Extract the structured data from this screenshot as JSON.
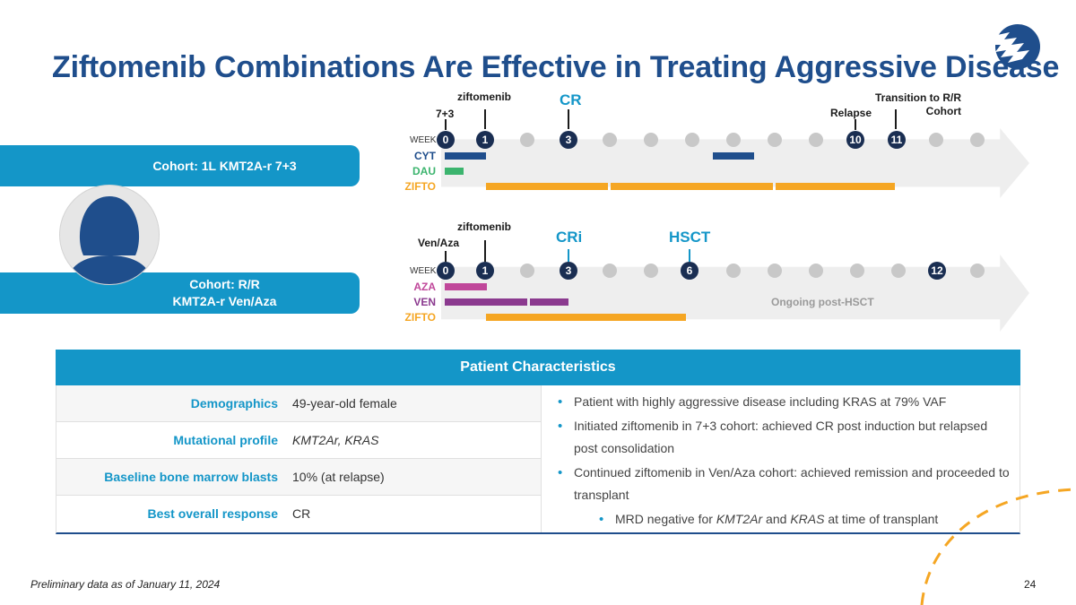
{
  "title": "Ziftomenib Combinations Are Effective in Treating Aggressive Disease",
  "colors": {
    "title": "#1f4e8c",
    "accent": "#1496c8",
    "week_circle": "#1a2e52",
    "cyt": "#1f4e8c",
    "dau": "#3cb46e",
    "zifto": "#f5a623",
    "aza": "#c0479a",
    "ven": "#8b3a8f"
  },
  "timeline1": {
    "top_labels": {
      "seven_three": "7+3",
      "ziftomenib": "ziftomenib",
      "cr": "CR",
      "relapse": "Relapse",
      "transition": "Transition to R/R Cohort"
    },
    "week_label": "WEEK",
    "weeks": [
      "0",
      "1",
      "3",
      "10",
      "11"
    ],
    "rows": {
      "cyt": "CYT",
      "dau": "DAU",
      "zifto": "ZIFTO"
    },
    "cohort": "Cohort: 1L KMT2A-r 7+3"
  },
  "timeline2": {
    "top_labels": {
      "ven_aza": "Ven/Aza",
      "ziftomenib": "ziftomenib",
      "cri": "CRi",
      "hsct": "HSCT"
    },
    "week_label": "WEEK",
    "weeks": [
      "0",
      "1",
      "3",
      "6",
      "12"
    ],
    "rows": {
      "aza": "AZA",
      "ven": "VEN",
      "zifto": "ZIFTO"
    },
    "ongoing": "Ongoing post-HSCT",
    "cohort_line1": "Cohort: R/R",
    "cohort_line2": "KMT2A-r Ven/Aza"
  },
  "table": {
    "header": "Patient Characteristics",
    "rows": [
      {
        "key": "Demographics",
        "value": "49-year-old female"
      },
      {
        "key": "Mutational profile",
        "value": "KMT2Ar, KRAS"
      },
      {
        "key": "Baseline bone marrow blasts",
        "value": "10% (at relapse)"
      },
      {
        "key": "Best overall response",
        "value": "CR"
      }
    ],
    "bullets": [
      "Patient with highly aggressive disease including KRAS at 79% VAF",
      "Initiated ziftomenib in 7+3 cohort: achieved CR post induction but relapsed post consolidation",
      "Continued ziftomenib in Ven/Aza cohort: achieved remission and proceeded to transplant"
    ],
    "sub_bullet": {
      "pre": "MRD negative for ",
      "it1": "KMT2Ar",
      "mid": " and ",
      "it2": "KRAS",
      "post": " at time of transplant"
    }
  },
  "footer": "Preliminary data as of January 11, 2024",
  "page_number": "24",
  "icons": [
    "logo-icon",
    "avatar-icon"
  ]
}
